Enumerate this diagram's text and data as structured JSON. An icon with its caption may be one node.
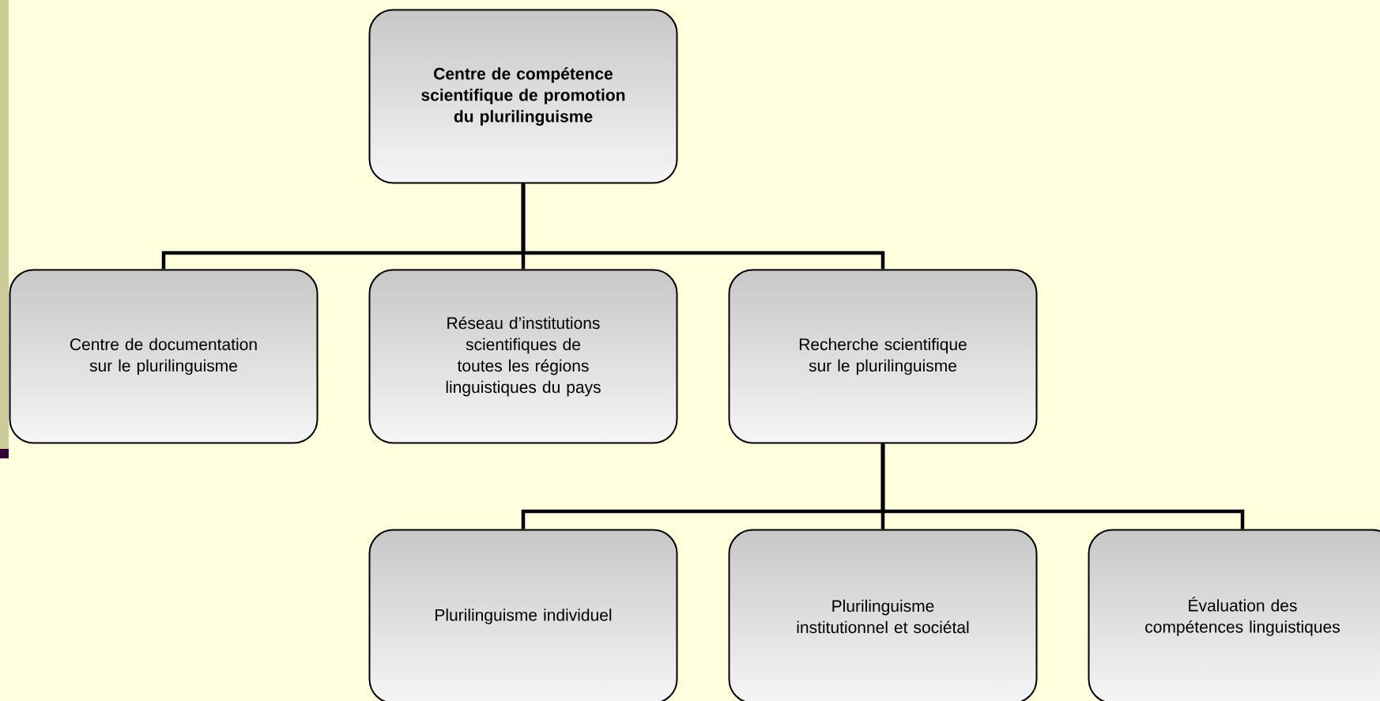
{
  "diagram": {
    "nodes": [
      {
        "text": [
          "Centre de compétence scientifique de promotion du plurilinguisme"
        ]
      },
      {
        "text": [
          "Centre de documentation sur le plurilinguisme"
        ]
      },
      {
        "text": [
          "Réseau d’institutions scientifiques de toutes les régions linguistiques du pays"
        ]
      },
      {
        "text": [
          "Recherche scientifique sur le plurilinguisme"
        ]
      },
      {
        "text": [
          "Plurilinguisme individuel"
        ]
      },
      {
        "text": [
          "Plurilinguisme institutionnel et sociétal"
        ]
      },
      {
        "text": [
          "Évaluation des compétences linguistiques"
        ]
      }
    ],
    "edges": [
      {
        "from": 0,
        "to": 1,
        "arrow": "none"
      },
      {
        "from": 0,
        "to": 2,
        "arrow": "none"
      },
      {
        "from": 0,
        "to": 3,
        "arrow": "none"
      },
      {
        "from": 3,
        "to": 4,
        "arrow": "none"
      },
      {
        "from": 3,
        "to": 5,
        "arrow": "none"
      },
      {
        "from": 3,
        "to": 6,
        "arrow": "none"
      }
    ]
  }
}
